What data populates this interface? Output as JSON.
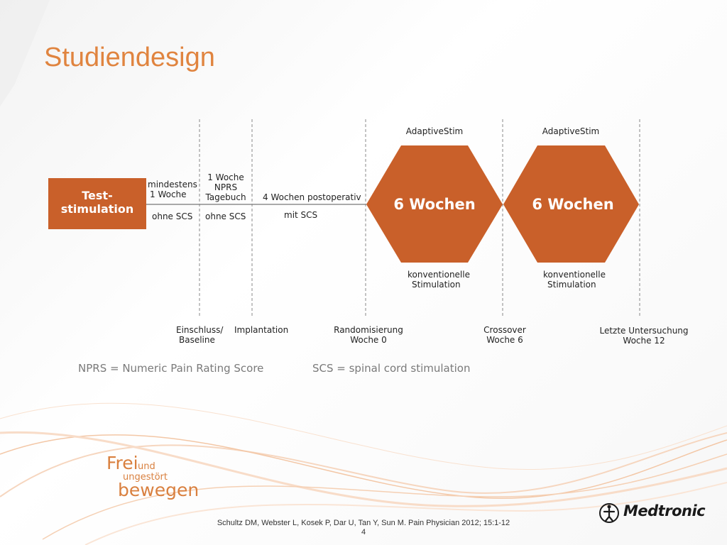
{
  "slide": {
    "title": "Studiendesign",
    "page_number": "4",
    "citation": "Schultz DM, Webster L, Kosek P, Dar U, Tan Y, Sun M. Pain Physician 2012; 15:1-12"
  },
  "test_stimulation": {
    "label_line1": "Test-",
    "label_line2": "stimulation"
  },
  "phases": {
    "mindestens_line1": "mindestens",
    "mindestens_line2": "1 Woche",
    "woche_nprs_line1": "1 Woche",
    "woche_nprs_line2": "NPRS",
    "woche_nprs_line3": "Tagebuch",
    "postoperativ": "4 Wochen postoperativ",
    "ohne_scs_1": "ohne SCS",
    "ohne_scs_2": "ohne SCS",
    "mit_scs": "mit SCS"
  },
  "hexagons": [
    {
      "top_label": "AdaptiveStim",
      "center_label": "6 Wochen",
      "bottom_line1": "konventionelle",
      "bottom_line2": "Stimulation"
    },
    {
      "top_label": "AdaptiveStim",
      "center_label": "6 Wochen",
      "bottom_line1": "konventionelle",
      "bottom_line2": "Stimulation"
    }
  ],
  "milestones": {
    "einschluss_line1": "Einschluss/",
    "einschluss_line2": "Baseline",
    "implantation": "Implantation",
    "randomisierung_line1": "Randomisierung",
    "randomisierung_line2": "Woche 0",
    "crossover_line1": "Crossover",
    "crossover_line2": "Woche 6",
    "letzte_line1": "Letzte Untersuchung",
    "letzte_line2": "Woche 12"
  },
  "legend": {
    "nprs": "NPRS = Numeric Pain Rating Score",
    "scs": "SCS = spinal cord stimulation"
  },
  "branding": {
    "slogan_frei": "Frei",
    "slogan_und": "und",
    "slogan_ungestoert": "ungestört",
    "slogan_bewegen": "bewegen",
    "company": "Medtronic"
  },
  "colors": {
    "accent_orange": "#c9602a",
    "title_orange": "#e0843f",
    "legend_grey": "#7a7a7a"
  }
}
